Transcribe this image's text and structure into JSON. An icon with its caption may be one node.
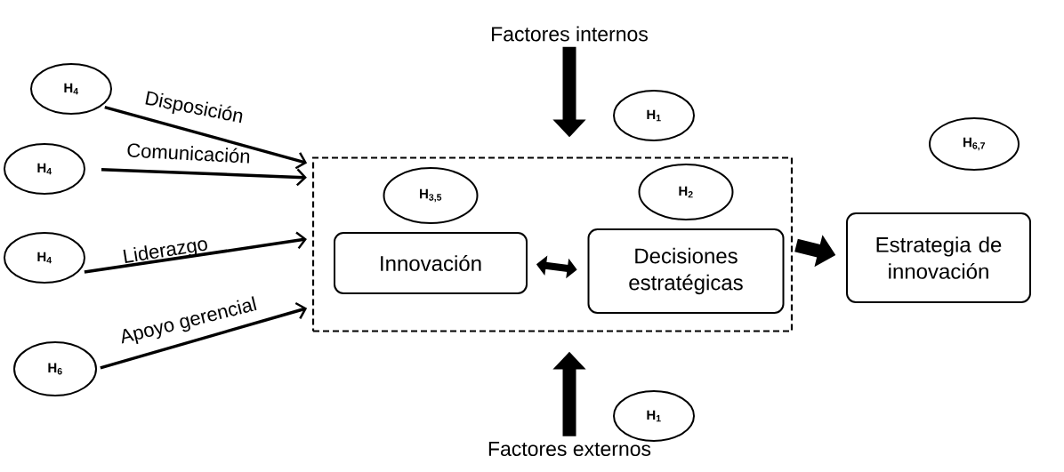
{
  "diagram": {
    "nodes": [
      {
        "text": [
          "H$_{4}$"
        ]
      },
      {
        "text": [
          "H$_{4}$"
        ]
      },
      {
        "text": [
          "H$_{4}$"
        ]
      },
      {
        "text": [
          "H$_{6}$"
        ]
      },
      {
        "text": [
          "Factores internos"
        ]
      },
      {
        "text": [
          "H$_{1}$"
        ]
      },
      {
        "text": [],
        "shape": "box"
      },
      {
        "text": [
          "H$_{3,5}$"
        ],
        "in": 6
      },
      {
        "text": [
          "Innovación"
        ],
        "in": 6
      },
      {
        "text": [
          "H$_{2}$"
        ],
        "in": 6
      },
      {
        "text": [
          "Decisiones estratégicas"
        ],
        "in": 6
      },
      {
        "text": [
          "H$_{6,7}$"
        ]
      },
      {
        "text": [
          "Estrategia de innovación"
        ]
      },
      {
        "text": [
          "H$_{1}$"
        ]
      },
      {
        "text": [
          "Factores externos"
        ]
      }
    ],
    "edges": [
      {
        "from": 0,
        "to": 6,
        "arrow": "to",
        "label": "Disposición"
      },
      {
        "from": 1,
        "to": 6,
        "arrow": "to",
        "label": "Comunicación"
      },
      {
        "from": 2,
        "to": 6,
        "arrow": "to",
        "label": "Liderazgo"
      },
      {
        "from": 3,
        "to": 6,
        "arrow": "to",
        "label": "Apoyo gerencial"
      },
      {
        "from": 4,
        "to": 6,
        "arrow": "to",
        "style": "thick"
      },
      {
        "from": 14,
        "to": 6,
        "arrow": "to",
        "style": "thick"
      },
      {
        "from": 8,
        "to": 10,
        "arrow": "both",
        "style": "thick"
      },
      {
        "from": 6,
        "to": 12,
        "arrow": "to",
        "style": "thick"
      }
    ]
  }
}
